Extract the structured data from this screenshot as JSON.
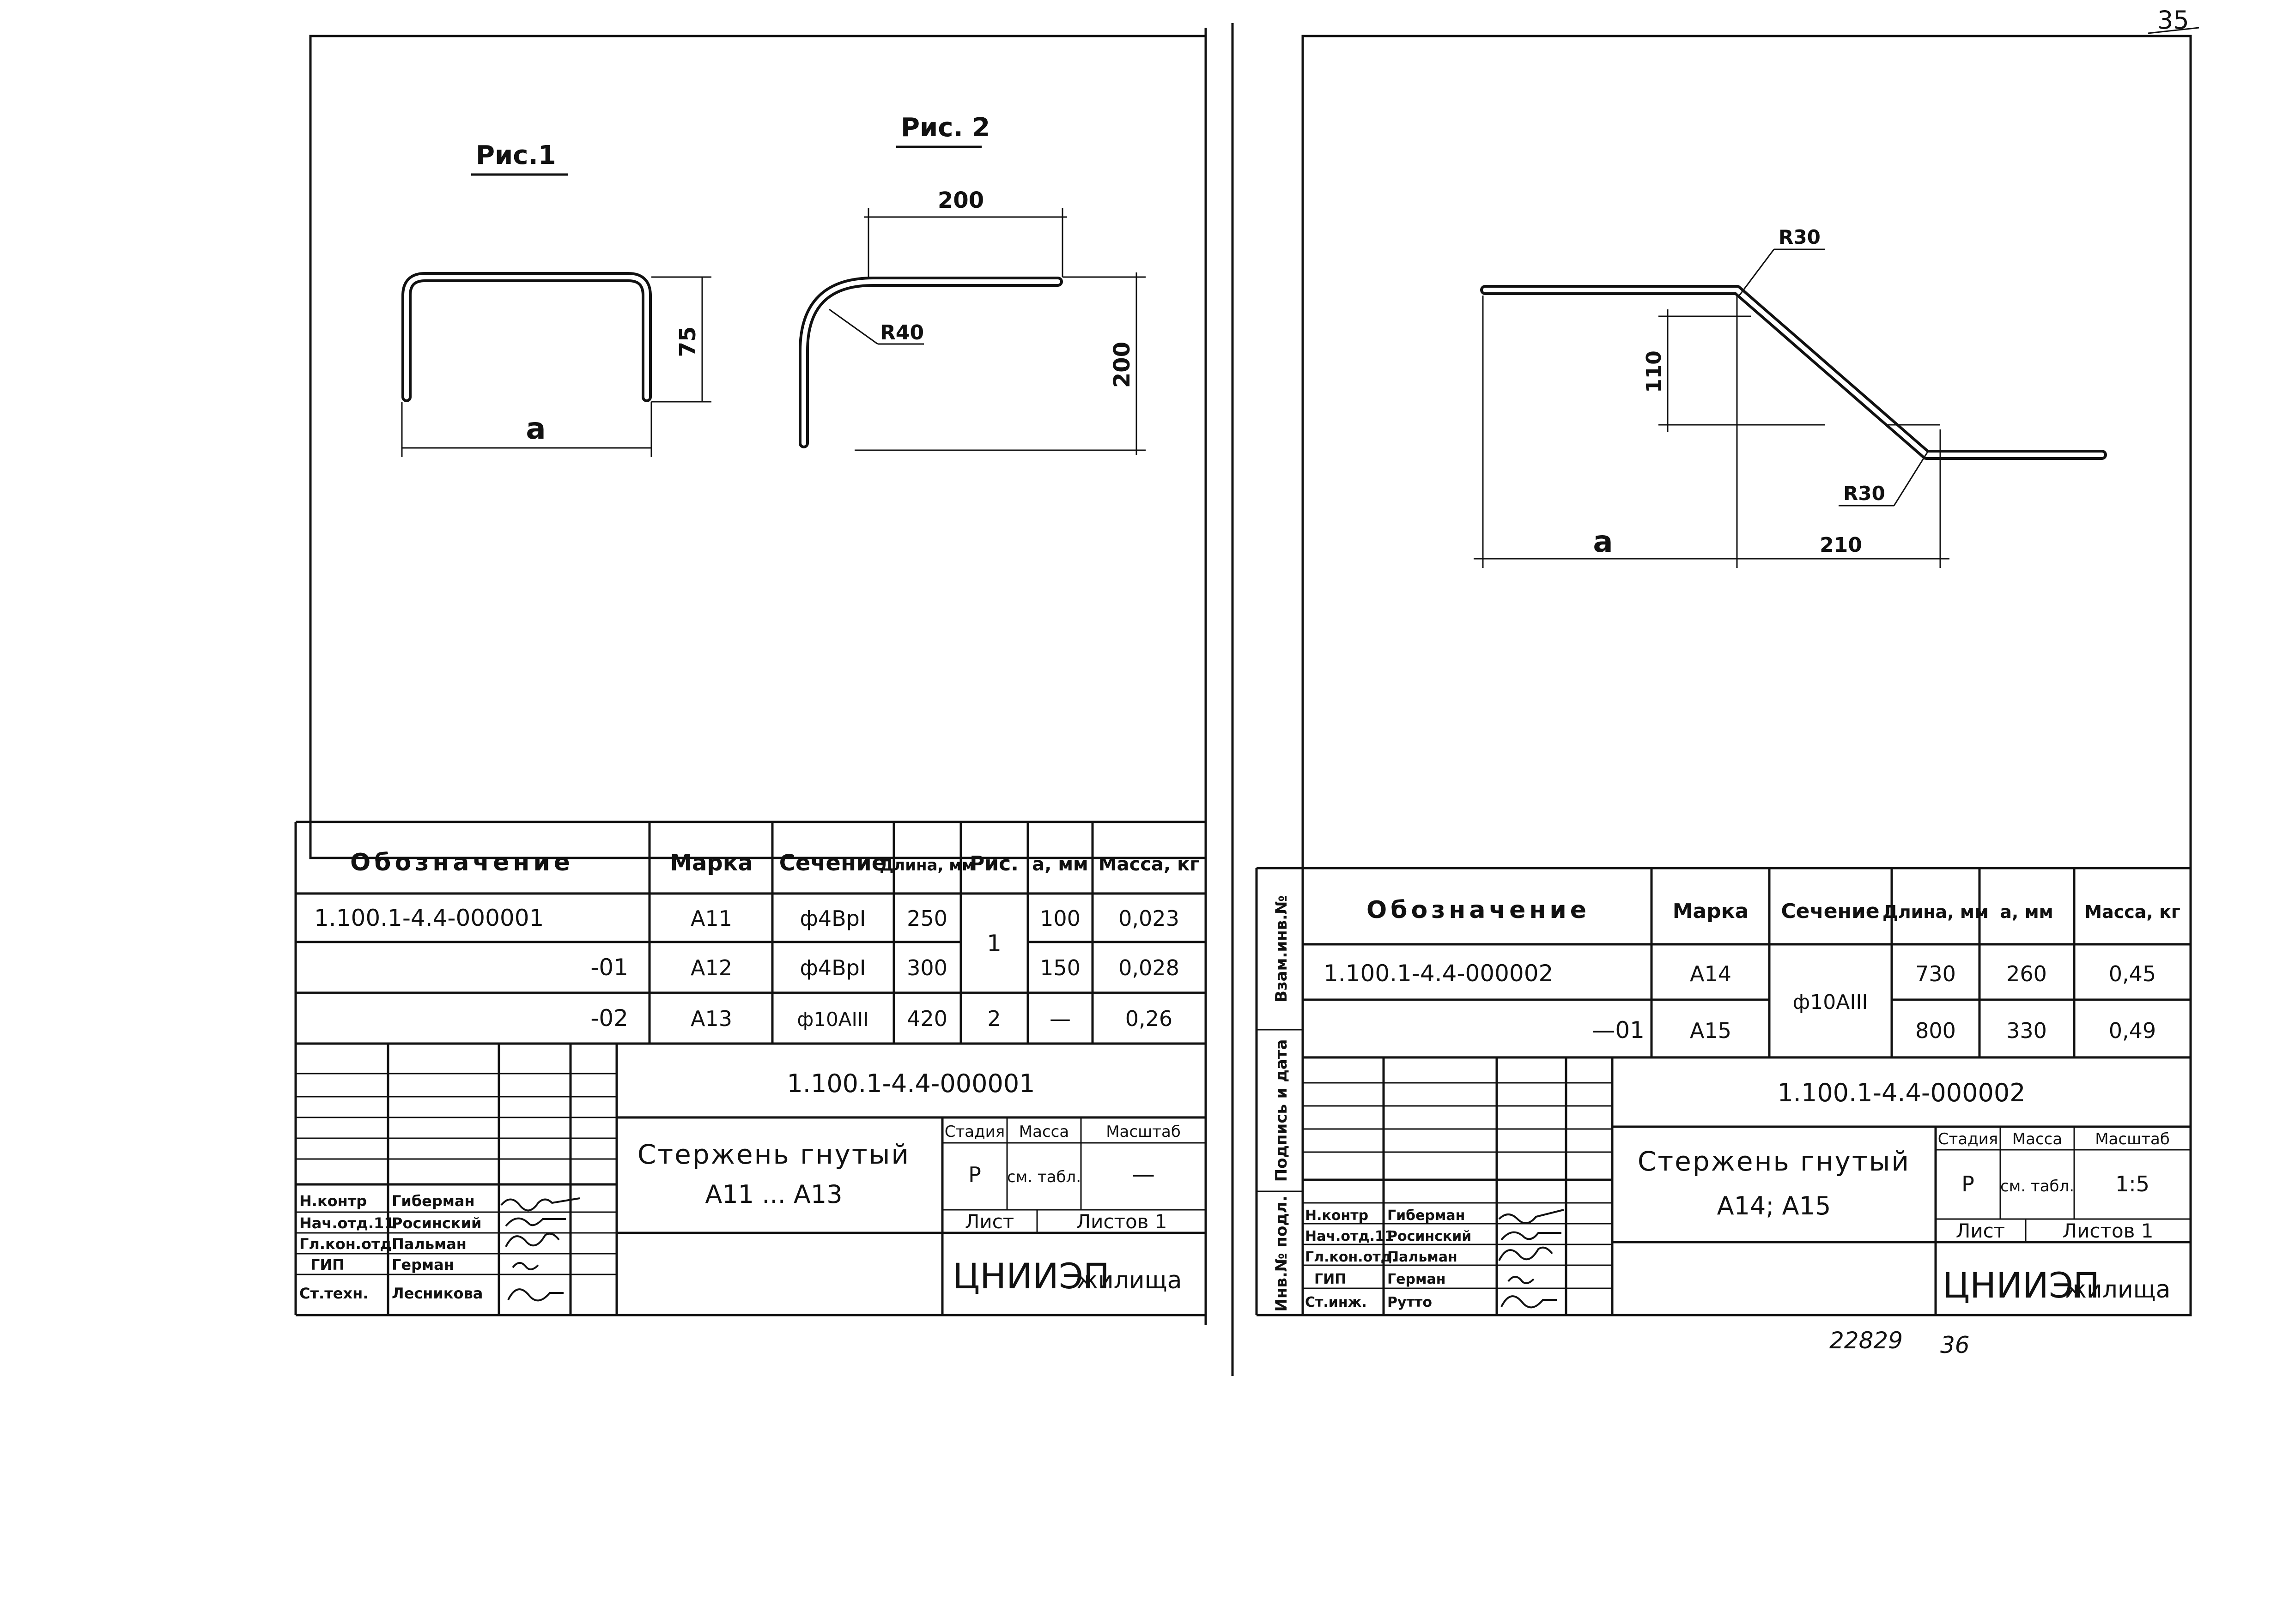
{
  "page_number_top": "35",
  "bottom_numbers": {
    "left": "22829",
    "right": "36"
  },
  "left_sheet": {
    "fig1_label": "Рис.1",
    "fig2_label": "Рис. 2",
    "fig1_dims": {
      "height": "75",
      "width": "a"
    },
    "fig2_dims": {
      "top": "200",
      "side": "200",
      "radius": "R40"
    },
    "spec_headers": [
      "Обозначение",
      "Марка",
      "Сечение",
      "Длина, мм",
      "Рис.",
      "a, мм",
      "Масса, кг"
    ],
    "spec_rows": [
      {
        "designation": "1.100.1-4.4-000001",
        "mark": "А11",
        "section": "ф4ВрI",
        "length": "250",
        "fig": "1",
        "a": "100",
        "mass": "0,023"
      },
      {
        "designation": "-01",
        "mark": "А12",
        "section": "ф4ВрI",
        "length": "300",
        "fig": "",
        "a": "150",
        "mass": "0,028"
      },
      {
        "designation": "-02",
        "mark": "А13",
        "section": "ф10АIII",
        "length": "420",
        "fig": "2",
        "a": "—",
        "mass": "0,26"
      }
    ],
    "doc_code": "1.100.1-4.4-000001",
    "title_line1": "Стержень гнутый",
    "title_line2": "А11 ... А13",
    "stage_headers": [
      "Стадия",
      "Масса",
      "Масштаб"
    ],
    "stage_values": [
      "Р",
      "см. табл.",
      "—"
    ],
    "sheet_label": "Лист",
    "sheets_label": "Листов 1",
    "org": "ЦНИИЭП",
    "org_suffix": "жилища",
    "signatures": [
      {
        "role": "Н.контр",
        "name": "Гиберман"
      },
      {
        "role": "Нач.отд.11",
        "name": "Росинский"
      },
      {
        "role": "Гл.кон.отд.",
        "name": "Пальман"
      },
      {
        "role": "ГИП",
        "name": "Герман"
      },
      {
        "role": "Ст.техн.",
        "name": "Лесникова"
      }
    ]
  },
  "right_sheet": {
    "dims": {
      "r_top": "R30",
      "r_bottom": "R30",
      "height": "110",
      "a": "a",
      "run": "210"
    },
    "side_stamps": [
      "Взам.инв.№",
      "Подпись и дата",
      "Инв.№ подл."
    ],
    "spec_headers": [
      "Обозначение",
      "Марка",
      "Сечение",
      "Длина, мм",
      "a, мм",
      "Масса, кг"
    ],
    "spec_rows": [
      {
        "designation": "1.100.1-4.4-000002",
        "mark": "А14",
        "section": "ф10АIII",
        "length": "730",
        "a": "260",
        "mass": "0,45"
      },
      {
        "designation": "—01",
        "mark": "А15",
        "section": "",
        "length": "800",
        "a": "330",
        "mass": "0,49"
      }
    ],
    "doc_code": "1.100.1-4.4-000002",
    "title_line1": "Стержень гнутый",
    "title_line2": "А14; А15",
    "stage_headers": [
      "Стадия",
      "Масса",
      "Масштаб"
    ],
    "stage_values": [
      "Р",
      "см. табл.",
      "1:5"
    ],
    "sheet_label": "Лист",
    "sheets_label": "Листов 1",
    "org": "ЦНИИЭП",
    "org_suffix": "жилища",
    "signatures": [
      {
        "role": "Н.контр",
        "name": "Гиберман"
      },
      {
        "role": "Нач.отд.11",
        "name": "Росинский"
      },
      {
        "role": "Гл.кон.отд.",
        "name": "Пальман"
      },
      {
        "role": "ГИП",
        "name": "Герман"
      },
      {
        "role": "Ст.инж.",
        "name": "Рутто"
      }
    ]
  }
}
